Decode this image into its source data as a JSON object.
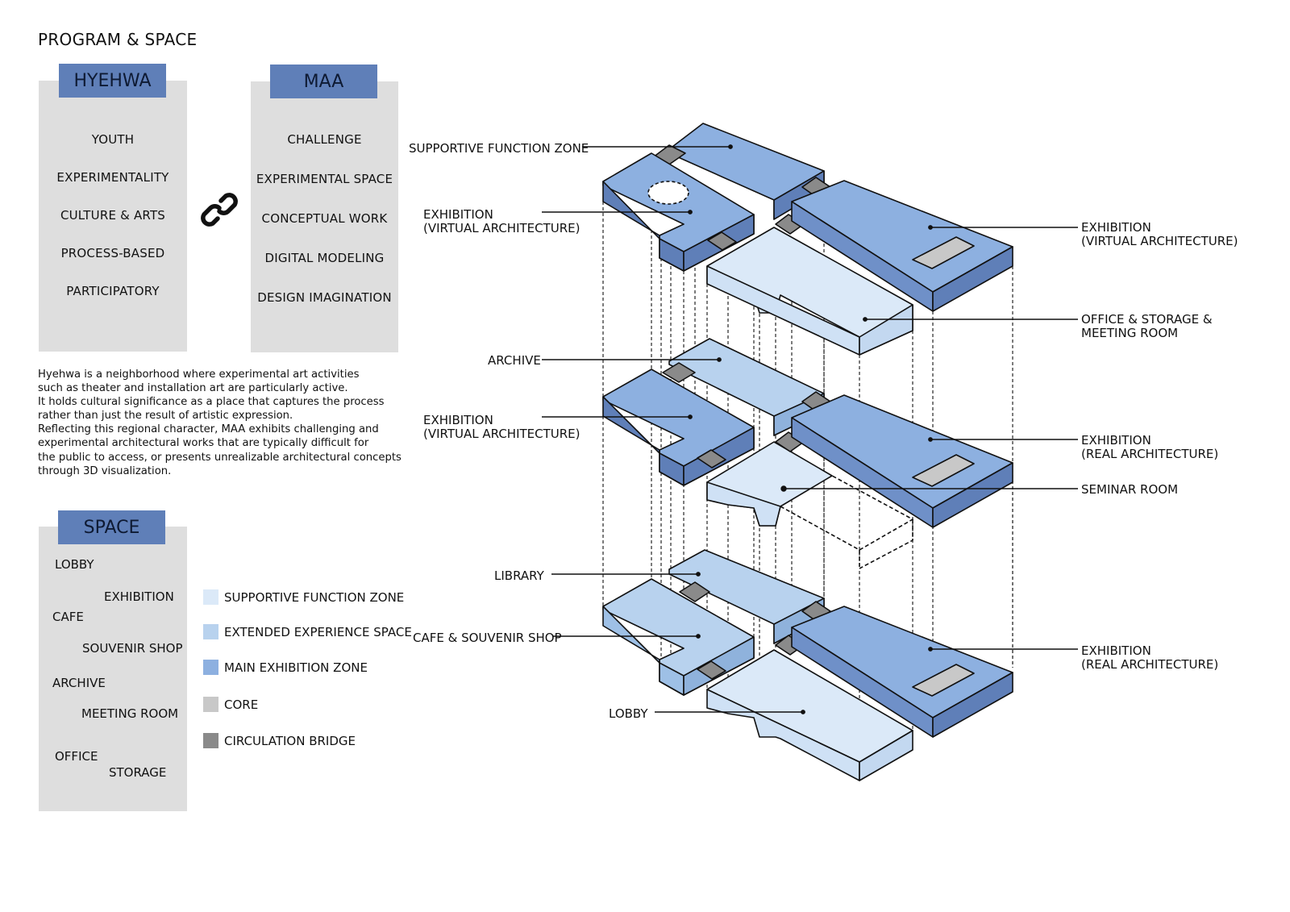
{
  "title": "PROGRAM & SPACE",
  "hyehwa": {
    "tag": "HYEHWA",
    "keywords": [
      "YOUTH",
      "EXPERIMENTALITY",
      "CULTURE & ARTS",
      "PROCESS-BASED",
      "PARTICIPATORY"
    ]
  },
  "maa": {
    "tag": "MAA",
    "keywords": [
      "CHALLENGE",
      "EXPERIMENTAL SPACE",
      "CONCEPTUAL WORK",
      "DIGITAL MODELING",
      "DESIGN IMAGINATION"
    ]
  },
  "link_icon": "chain-link-icon",
  "description": [
    "Hyehwa is a neighborhood where experimental art activities",
    " such as theater and installation art are particularly active.",
    " It holds cultural significance as a place that captures the process",
    " rather than just the result of artistic expression.",
    "Reflecting this regional character, MAA exhibits challenging and",
    " experimental architectural works that are typically difficult for",
    " the public to access, or presents unrealizable architectural concepts",
    " through 3D visualization."
  ],
  "space": {
    "tag": "SPACE",
    "items": [
      "LOBBY",
      "EXHIBITION",
      "CAFE",
      "SOUVENIR SHOP",
      "ARCHIVE",
      "MEETING ROOM",
      "OFFICE",
      "STORAGE"
    ]
  },
  "legend": [
    {
      "label": "SUPPORTIVE FUNCTION ZONE",
      "color": "#dbe9f8"
    },
    {
      "label": "EXTENDED EXPERIENCE SPACE",
      "color": "#b8d2ee"
    },
    {
      "label": "MAIN EXHIBITION ZONE",
      "color": "#8db0e0"
    },
    {
      "label": "CORE",
      "color": "#c8c8c8"
    },
    {
      "label": "CIRCULATION BRIDGE",
      "color": "#8a8a8a"
    }
  ],
  "labels_left": {
    "supportive": "SUPPORTIVE FUNCTION ZONE",
    "exh_virtual_top": [
      "EXHIBITION",
      "(VIRTUAL ARCHITECTURE)"
    ],
    "archive": "ARCHIVE",
    "exh_virtual_mid": [
      "EXHIBITION",
      "(VIRTUAL ARCHITECTURE)"
    ],
    "library": "LIBRARY",
    "cafe": "CAFE & SOUVENIR SHOP",
    "lobby": "LOBBY"
  },
  "labels_right": {
    "exh_virtual": [
      "EXHIBITION",
      "(VIRTUAL ARCHITECTURE)"
    ],
    "office": [
      "OFFICE & STORAGE &",
      "MEETING ROOM"
    ],
    "exh_real_mid": [
      "EXHIBITION",
      "(REAL ARCHITECTURE)"
    ],
    "seminar": "SEMINAR ROOM",
    "exh_real_bottom": [
      "EXHIBITION",
      "(REAL ARCHITECTURE)"
    ]
  }
}
